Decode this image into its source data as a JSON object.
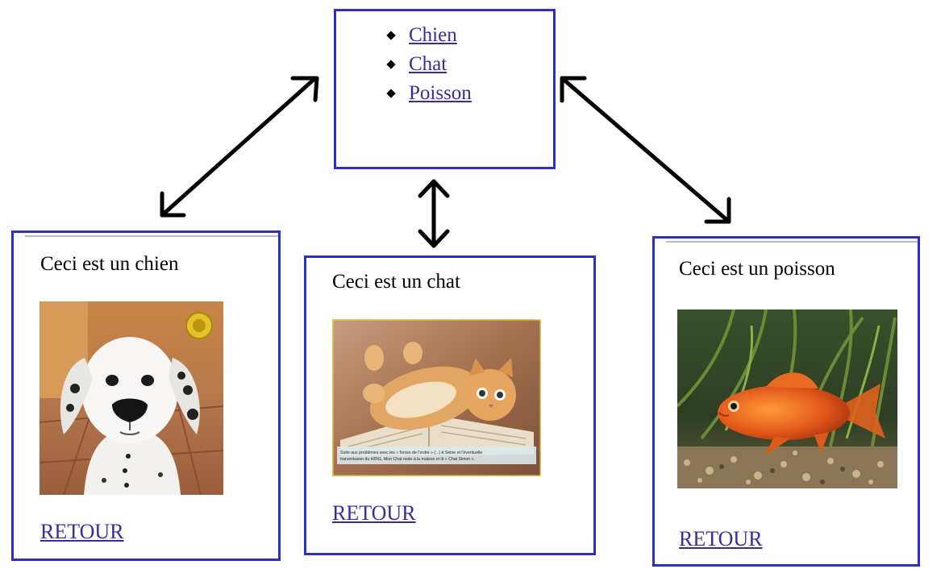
{
  "menu": {
    "items": [
      {
        "label": "Chien"
      },
      {
        "label": "Chat"
      },
      {
        "label": "Poisson"
      }
    ]
  },
  "pages": {
    "chien": {
      "title": "Ceci est un chien",
      "back_label": "RETOUR"
    },
    "chat": {
      "title": "Ceci est un chat",
      "back_label": "RETOUR",
      "caption": "Suite aux problèmes avec les « forces de l'ordre » (...) à Seine et l'éventuelle transmission du H5N1, Mon Chat reste à la maison et lit « Chat Simon »."
    },
    "poisson": {
      "title": "Ceci est un poisson",
      "back_label": "RETOUR"
    }
  },
  "colors": {
    "box_border": "#2b2fc4",
    "link": "#3d2aa0",
    "arrow": "#000000"
  }
}
